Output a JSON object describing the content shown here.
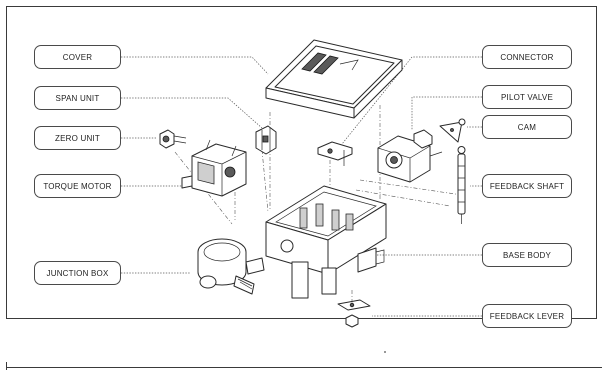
{
  "labels": {
    "cover": "COVER",
    "span_unit": "SPAN UNIT",
    "zero_unit": "ZERO UNIT",
    "torque_motor": "TORQUE MOTOR",
    "junction_box": "JUNCTION BOX",
    "connector": "CONNECTOR",
    "pilot_valve": "PILOT VALVE",
    "cam": "CAM",
    "feedback_shaft": "FEEDBACK SHAFT",
    "base_body": "BASE BODY",
    "feedback_lever": "FEEDBACK LEVER"
  }
}
